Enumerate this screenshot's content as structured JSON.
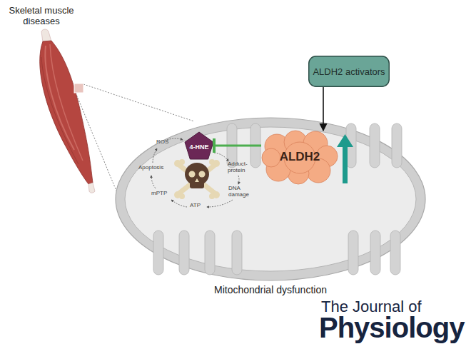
{
  "diagram": {
    "nodes": [
      {
        "text": [
          "ALDH2 activators"
        ]
      },
      {
        "text": [
          "Mitochondrial dysfunction"
        ]
      },
      {
        "text": [
          "4-HNE"
        ],
        "in": 1
      },
      {
        "text": [
          "ALDH2"
        ],
        "in": 1
      }
    ],
    "edges": [
      {
        "from": 0,
        "to": 3,
        "arrow": "to"
      },
      {
        "from": 3,
        "to": 2,
        "arrow": "to"
      }
    ],
    "labels": [
      "Skeletal muscle diseases",
      "ROS",
      "Adduct-protein",
      "Apoptosis",
      "DNA damage",
      "mPTP",
      "ATP",
      "The Journal of",
      "Physiology"
    ]
  }
}
